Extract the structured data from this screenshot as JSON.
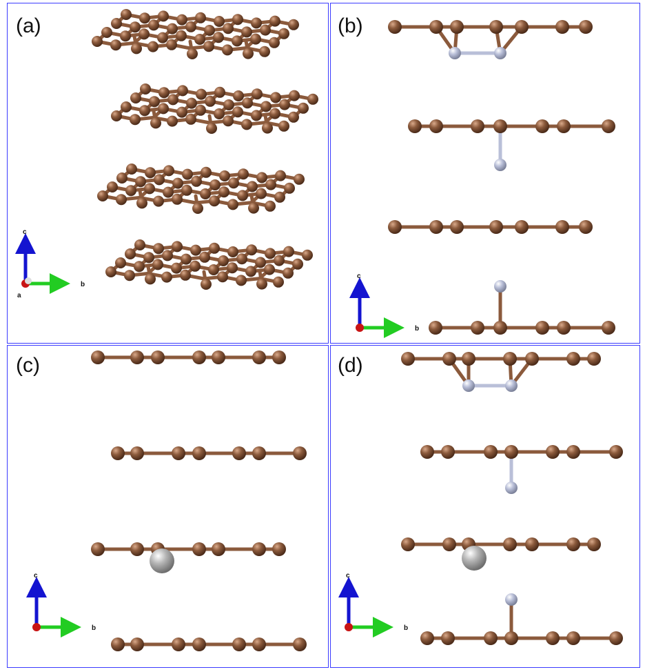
{
  "panels": {
    "a": {
      "label": "(a)"
    },
    "b": {
      "label": "(b)"
    },
    "c": {
      "label": "(c)"
    },
    "d": {
      "label": "(d)"
    }
  },
  "axes": {
    "c": "c",
    "b": "b",
    "a": "a"
  },
  "colors": {
    "carbon": "#8b5a3c",
    "nitrogen": "#b9bfd8",
    "metal": "#b5b5b5",
    "frame": "#3a3aff",
    "axis_c": "#1414d0",
    "axis_b": "#22cc22",
    "axis_a": "#c81414"
  }
}
